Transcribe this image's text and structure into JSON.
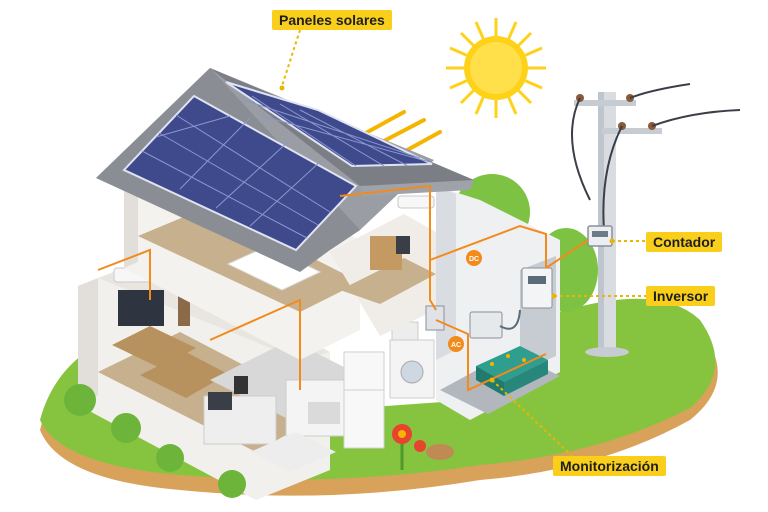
{
  "labels": {
    "solar_panels": "Paneles solares",
    "meter": "Contador",
    "inverter": "Inversor",
    "monitoring": "Monitorización"
  },
  "badges": {
    "dc": "DC",
    "ac": "AC"
  },
  "colors": {
    "label_bg": "#f9cf1c",
    "sun": "#ffd21a",
    "grass": "#86c440",
    "soil": "#d9a25a",
    "roof": "#8a8d93",
    "panel": "#3f4a8c",
    "wire": "#f28a1c",
    "tree": "#7dc242"
  }
}
